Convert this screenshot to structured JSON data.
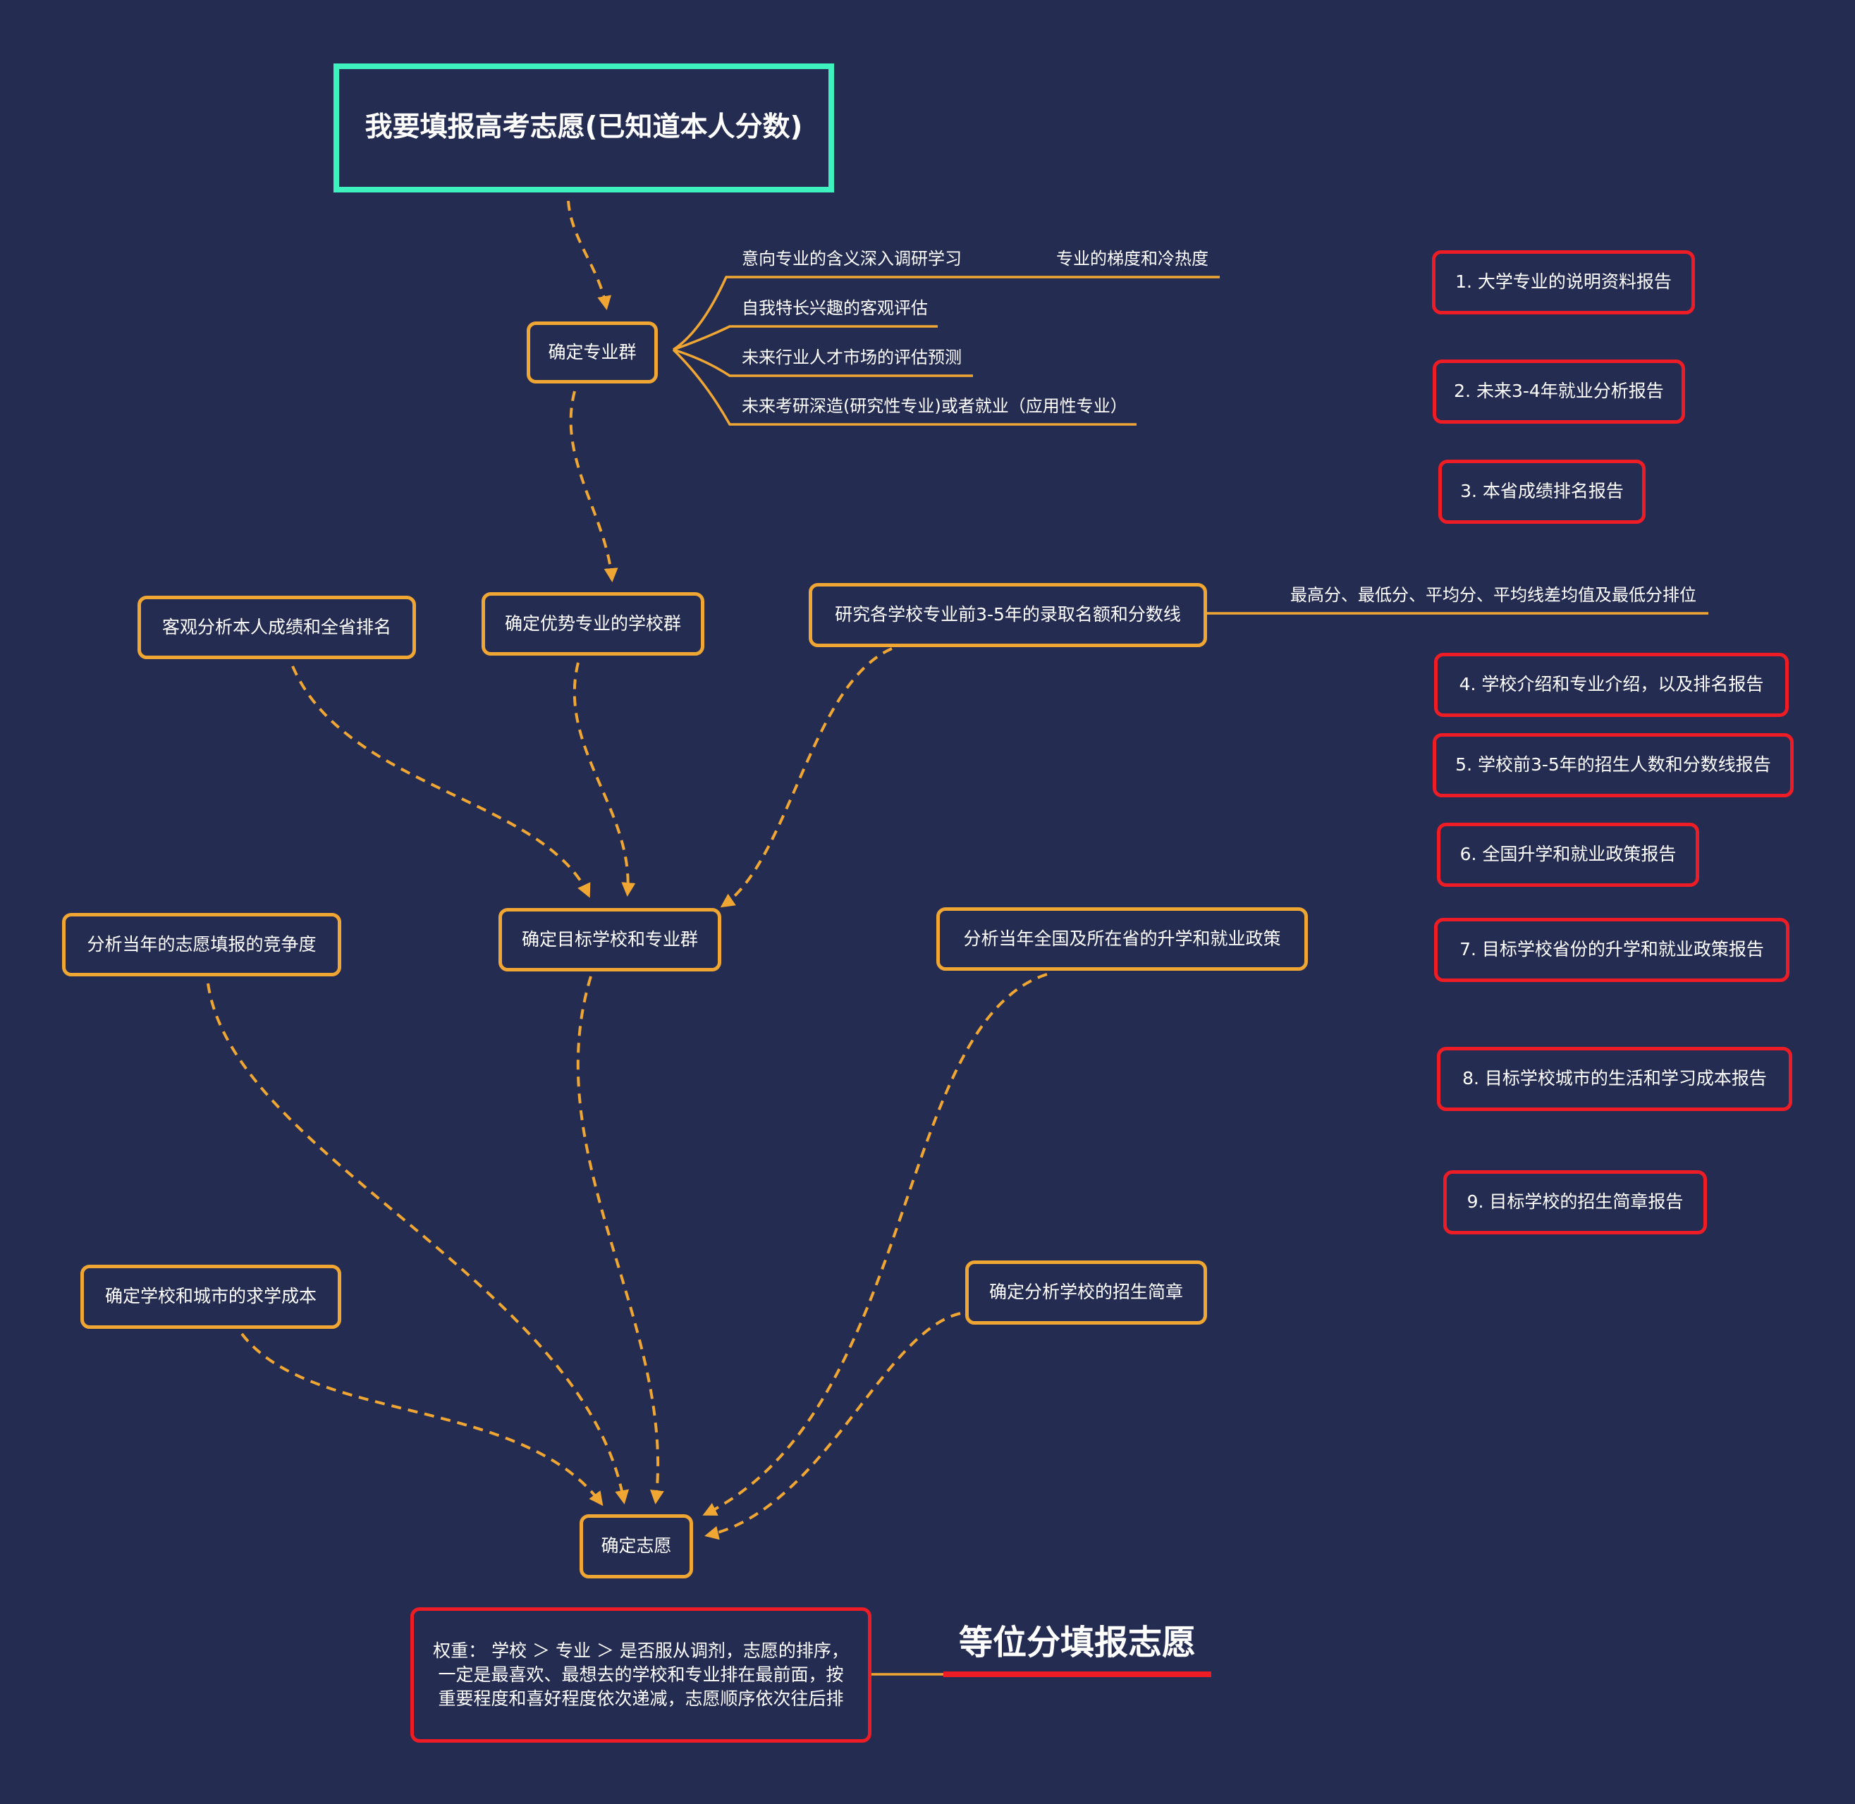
{
  "colors": {
    "background": "#252c51",
    "node_border": "#f0a633",
    "root_border": "#3ef2c0",
    "report_border": "#ee1c24",
    "connector": "#f0a633",
    "text": "#ffffff"
  },
  "root": {
    "title": "我要填报高考志愿(已知道本人分数)"
  },
  "nodes": {
    "major_group": "确定专业群",
    "advantage_schools": "确定优势专业的学校群",
    "analyze_rank": "客观分析本人成绩和全省排名",
    "research_admission": "研究各学校专业前3-5年的录取名额和分数线",
    "target_school": "确定目标学校和专业群",
    "competition": "分析当年的志愿填报的竞争度",
    "policy": "分析当年全国及所在省的升学和就业政策",
    "cost": "确定学校和城市的求学成本",
    "brochure": "确定分析学校的招生简章",
    "final": "确定志愿"
  },
  "major_group_branches": [
    "意向专业的含义深入调研学习",
    "专业的梯度和冷热度",
    "自我特长兴趣的客观评估",
    "未来行业人才市场的评估预测",
    "未来考研深造(研究性专业)或者就业（应用性专业）"
  ],
  "admission_detail": "最高分、最低分、平均分、平均线差均值及最低分排位",
  "reports": [
    "1. 大学专业的说明资料报告",
    "2. 未来3-4年就业分析报告",
    "3. 本省成绩排名报告",
    "4. 学校介绍和专业介绍，以及排名报告",
    "5. 学校前3-5年的招生人数和分数线报告",
    "6. 全国升学和就业政策报告",
    "7. 目标学校省份的升学和就业政策报告",
    "8. 目标学校城市的生活和学习成本报告",
    "9. 目标学校的招生简章报告"
  ],
  "weight_note": "权重： 学校 ＞ 专业 ＞ 是否服从调剂，志愿的排序，一定是最喜欢、最想去的学校和专业排在最前面，按重要程度和喜好程度依次递减，志愿顺序依次往后排",
  "equal_score_label": "等位分填报志愿"
}
